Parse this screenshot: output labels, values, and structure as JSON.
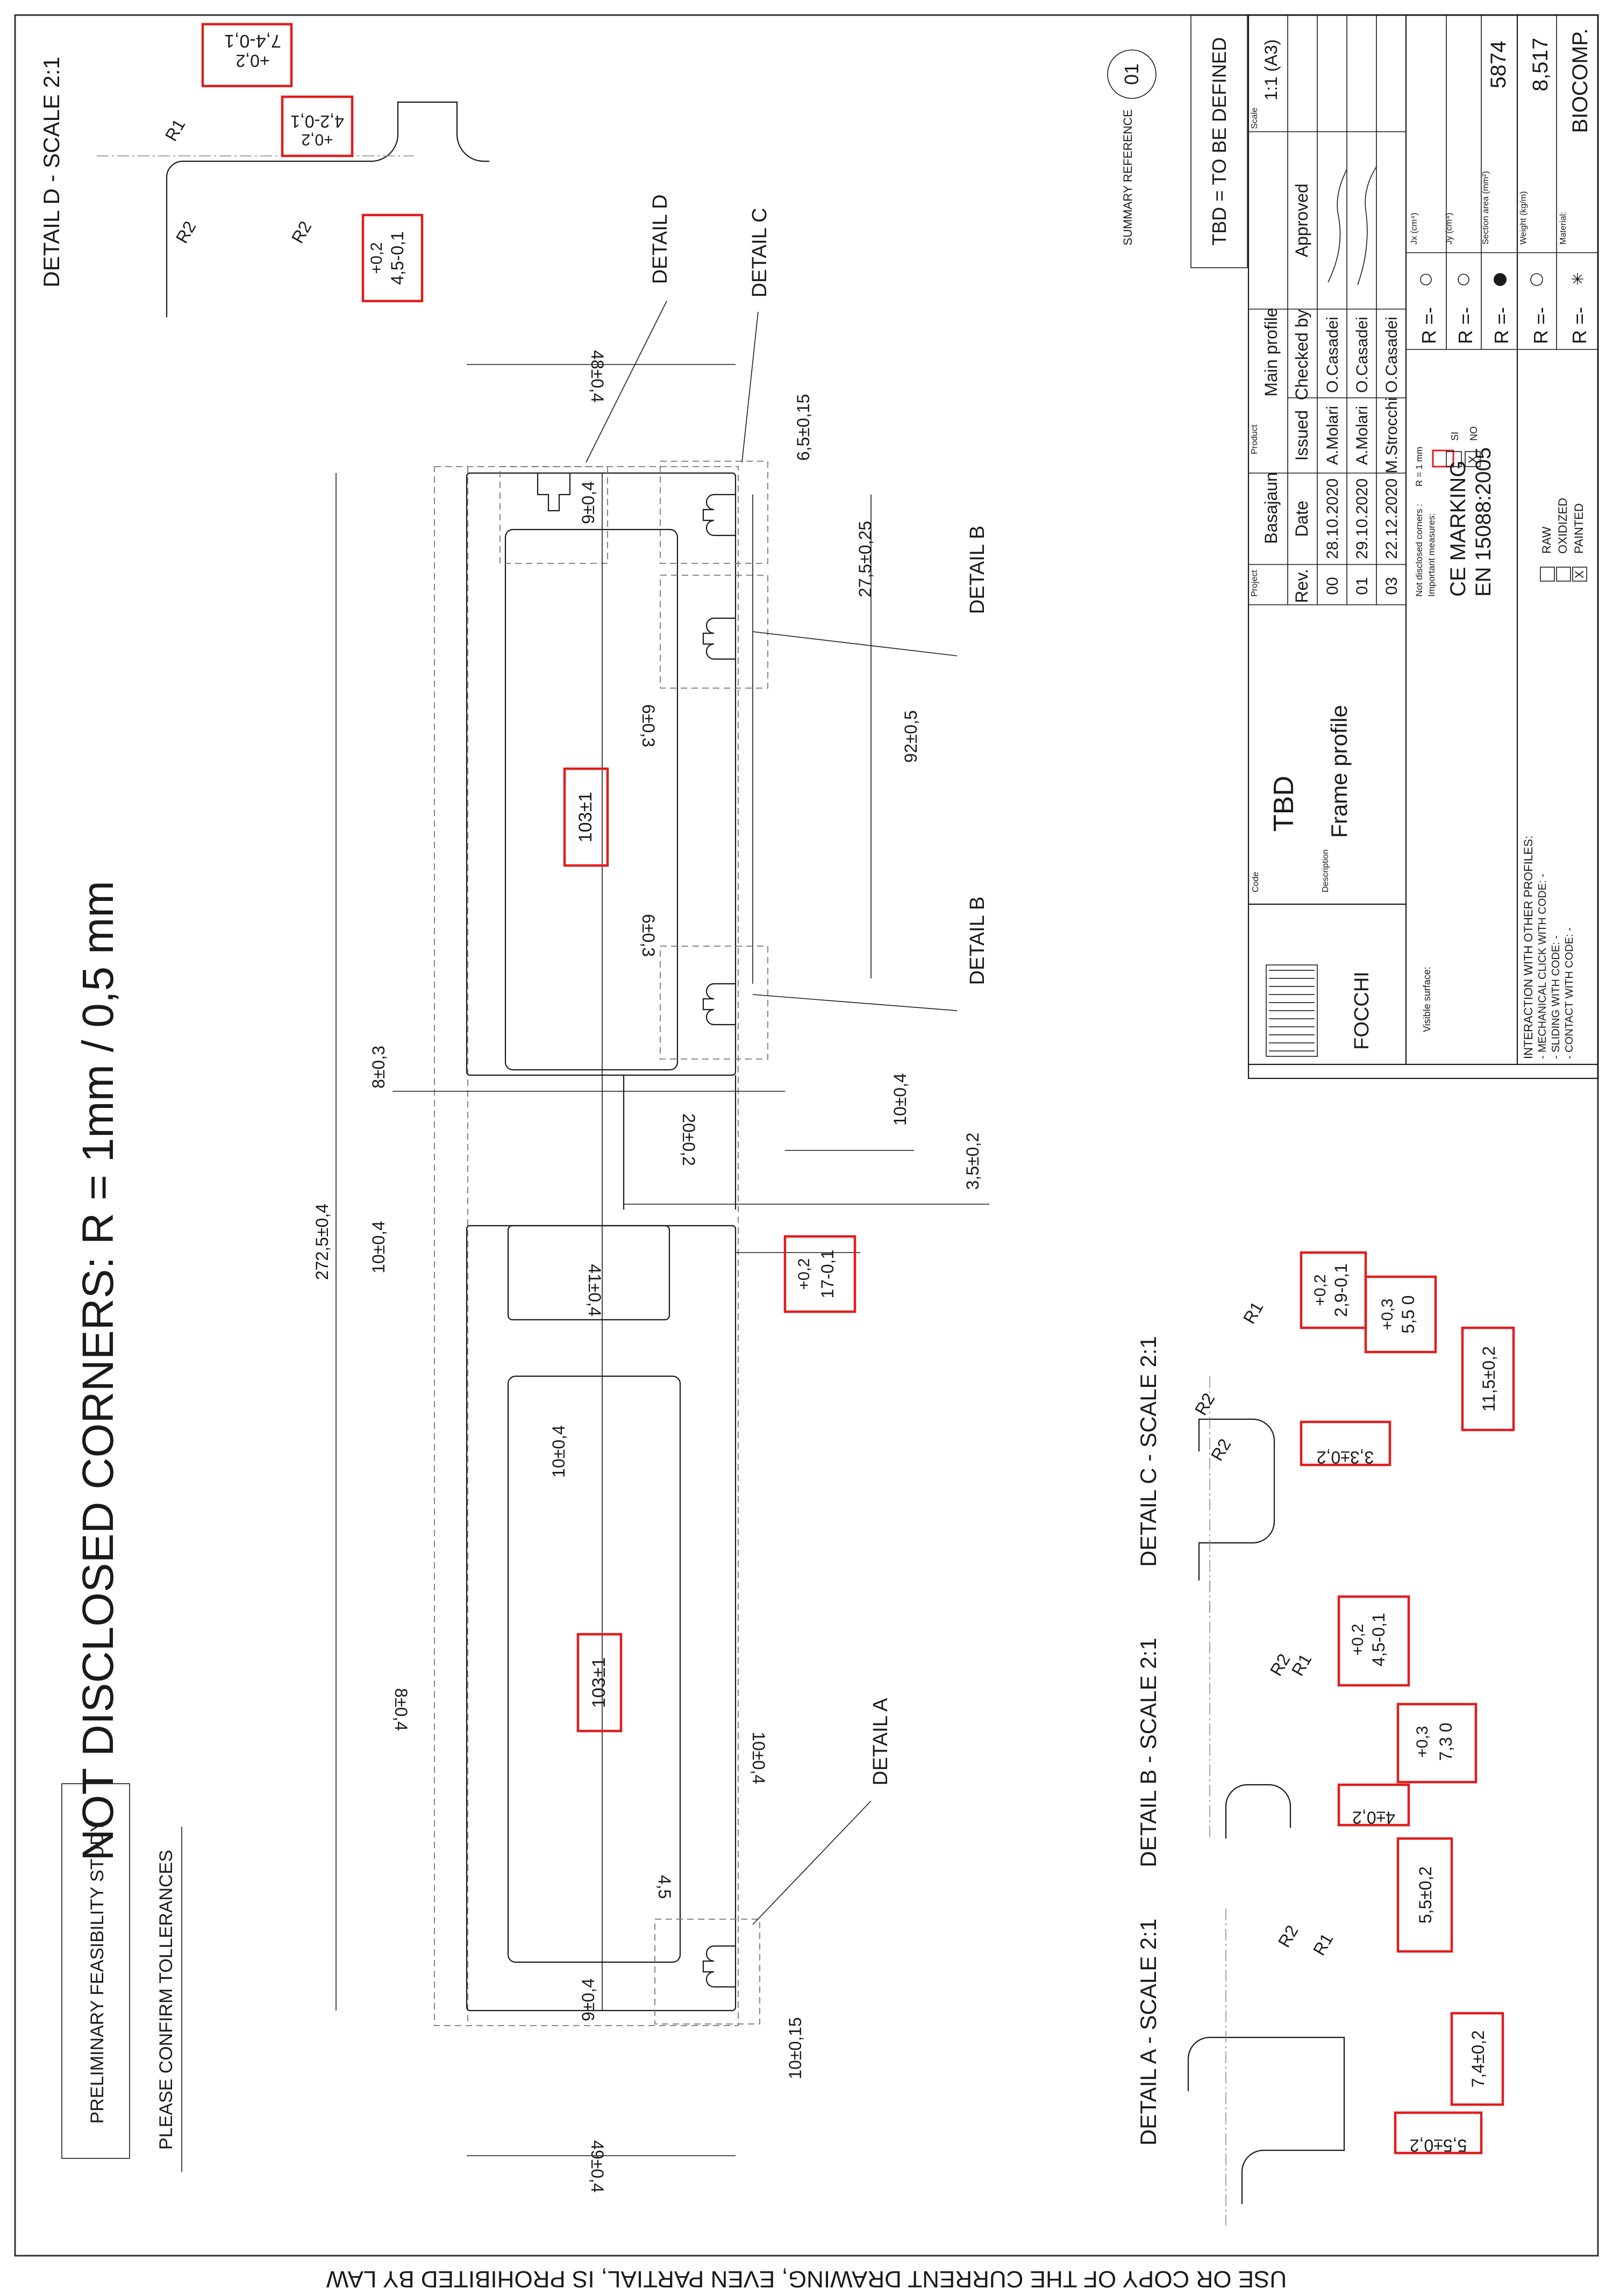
{
  "header": {
    "main_note": "NOT DISCLOSED CORNERS: R = 1mm / 0,5 mm",
    "feasibility": "PRELIMINARY FEASIBILITY STUDY",
    "confirm": "PLEASE CONFIRM TOLLERANCES",
    "tbd_note": "TBD = TO BE DEFINED",
    "summary_label": "SUMMARY REFERENCE",
    "summary_ref": "01"
  },
  "footer": {
    "copyright": "USE OR COPY OF THE CURRENT DRAWING, EVEN PARTIAL, IS PROHIBITED BY LAW"
  },
  "dimensions": {
    "overall": "272,5±0,4",
    "top_width": "48±0,4",
    "bottom_width": "49±0,4",
    "d_9_top": "9±0,4",
    "d_9_bottom": "9±0,4",
    "d_103_top": "103±1",
    "d_103_bottom": "103±1",
    "d_6_upper": "6±0,3",
    "d_6_lower": "6±0,3",
    "d_6_5": "6,5±0,15",
    "d_27_5": "27,5±0,25",
    "d_92": "92±0,5",
    "d_8_3": "8±0,3",
    "d_10_upper": "10±0,4",
    "d_20": "20±0,2",
    "d_3_5": "3,5±0,2",
    "d_10_left": "10±0,4",
    "d_17_tol": "+0,2",
    "d_17": "17-0,1",
    "d_41": "41±0,4",
    "d_10_mid": "10±0,4",
    "d_8_4": "8±0,4",
    "d_10_lower": "10±0,4",
    "d_4_5": "4,5",
    "d_10_15": "10±0,15"
  },
  "callouts": {
    "detail_a": "DETAIL A",
    "detail_b1": "DETAIL B",
    "detail_b2": "DETAIL B",
    "detail_c": "DETAIL C",
    "detail_d": "DETAIL D"
  },
  "details": {
    "d": {
      "title": "DETAIL D - SCALE 2:1",
      "dim1_tol": "+0,2",
      "dim1": "7,4-0,1",
      "dim2_tol": "+0,2",
      "dim2": "4,2-0,1",
      "dim3_tol": "+0,2",
      "dim3": "4,5-0,1",
      "r1": "R1",
      "r2a": "R2",
      "r2b": "R2"
    },
    "c": {
      "title": "DETAIL C - SCALE 2:1",
      "dim1_tol": "+0,2",
      "dim1": "2,9-0,1",
      "dim2_tol": "+0,3",
      "dim2": "5,5 0",
      "dim3": "11,5±0,2",
      "dim4": "3,3±0,2",
      "r1": "R1",
      "r2a": "R2",
      "r2b": "R2"
    },
    "b": {
      "title": "DETAIL B - SCALE 2:1",
      "dim1_tol": "+0,2",
      "dim1": "4,5-0,1",
      "dim2_tol": "+0,3",
      "dim2": "7,3 0",
      "dim3": "4±0,2",
      "r1": "R1",
      "r2": "R2"
    },
    "a": {
      "title": "DETAIL A - SCALE 2:1",
      "dim1": "5,5±0,2",
      "dim2": "7,4±0,2",
      "dim3": "5,5±0,2",
      "r1": "R1",
      "r2": "R2"
    }
  },
  "title_block": {
    "code_label": "Code",
    "code": "TBD",
    "description_label": "Description",
    "description": "Frame profile",
    "logo": "FOCCHI",
    "project_label": "Project",
    "project": "Basajaun",
    "product_label": "Product",
    "product": "Main profile",
    "scale_label": "Scale",
    "scale": "1:1 (A3)",
    "rev_headers": [
      "Rev.",
      "Date",
      "Issued",
      "Checked by",
      "Approved"
    ],
    "revisions": [
      [
        "00",
        "28.10.2020",
        "A.Molari",
        "O.Casadei",
        ""
      ],
      [
        "01",
        "29.10.2020",
        "A.Molari",
        "O.Casadei",
        ""
      ],
      [
        "03",
        "22.12.2020",
        "M.Strocchi",
        "O.Casadei",
        ""
      ]
    ],
    "visible_surface": "Visible surface:",
    "not_disclosed": "Not disclosed corners :",
    "r_value": "R = 1 mm",
    "important": "Important measures:",
    "ce_marking": "CE MARKING",
    "standard": "EN 15088:2005",
    "si": "SI",
    "no": "NO",
    "mark_x": "X",
    "finish": [
      "RAW",
      "OXIDIZED",
      "PAINTED"
    ],
    "props": [
      {
        "label": "Jx (cm⁴)",
        "value": ""
      },
      {
        "label": "Jy (cm⁴)",
        "value": ""
      },
      {
        "label": "Section area (mm²)",
        "value": "5874"
      },
      {
        "label": "Weight (kg/m)",
        "value": "8,517"
      },
      {
        "label": "Material:",
        "value": "BIOCOMP."
      }
    ],
    "r_labels": [
      "R =-",
      "R =-",
      "R =-",
      "R =-",
      "R =-"
    ],
    "interaction": [
      "INTERACTION WITH OTHER PROFILES:",
      "- MECHANICAL CLICK WITH CODE: -",
      "- SLIDING WITH CODE: -",
      "- CONTACT WITH CODE: -"
    ]
  }
}
